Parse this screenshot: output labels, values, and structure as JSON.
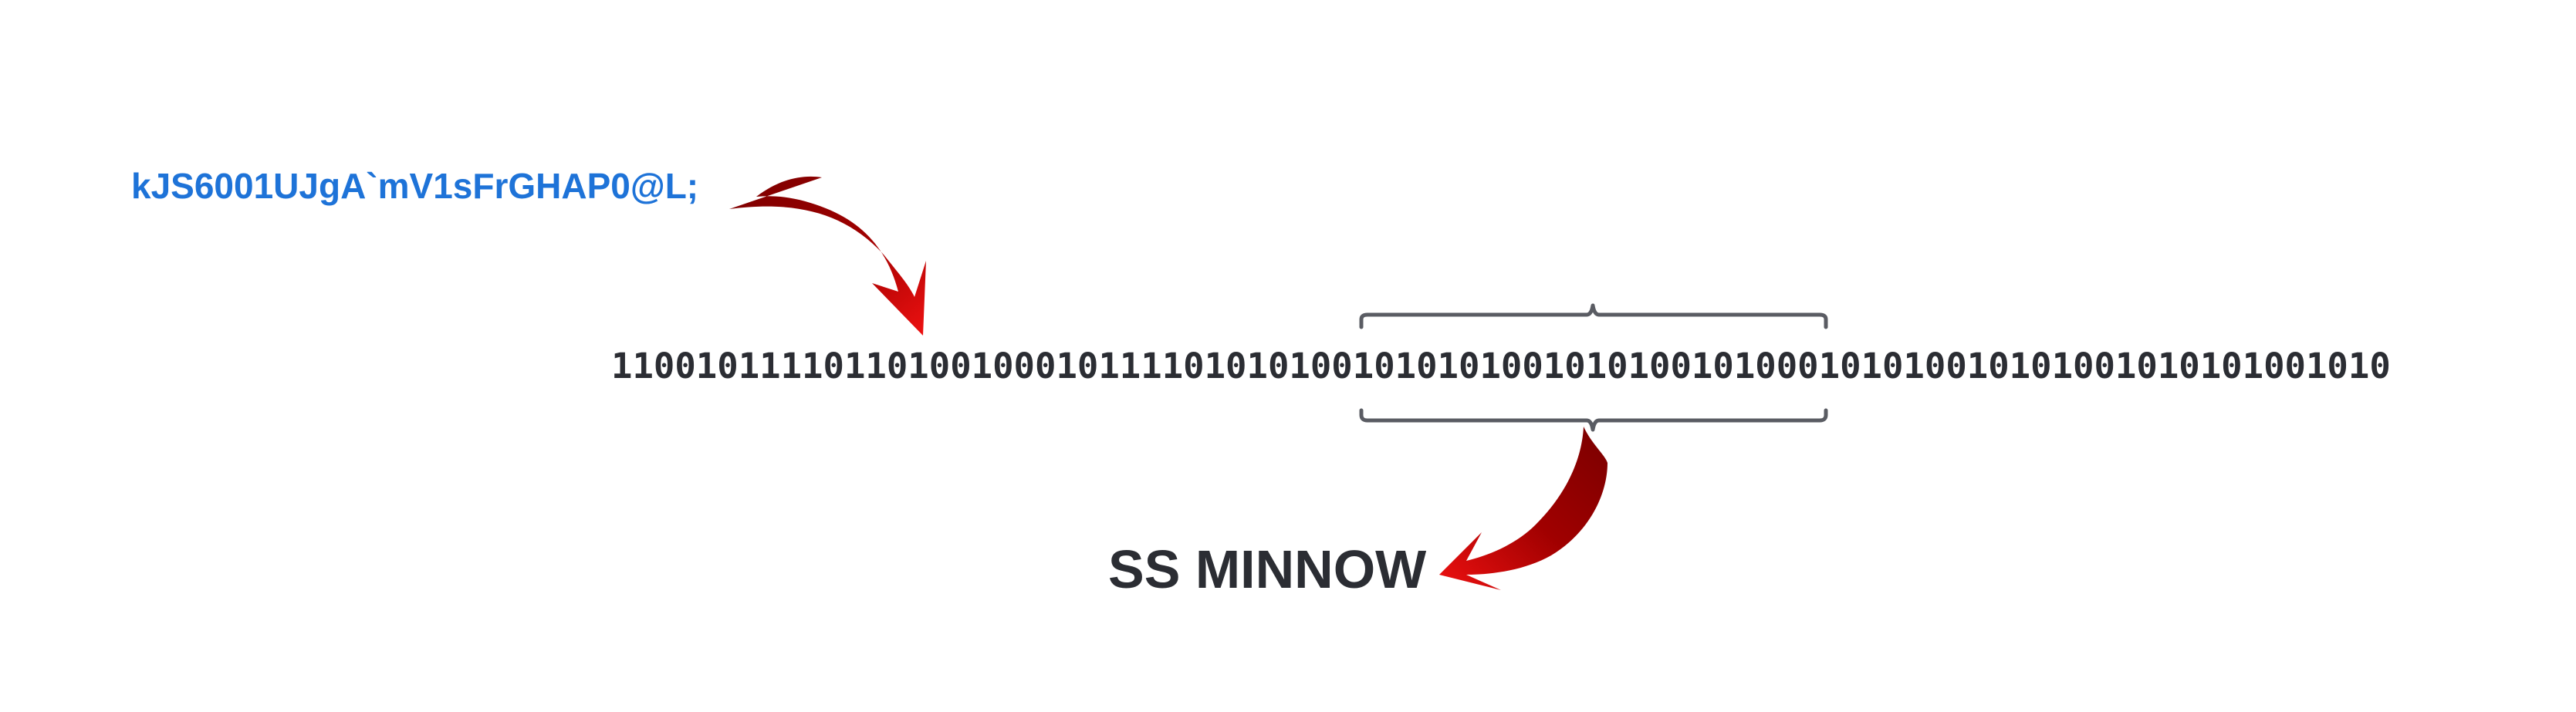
{
  "diagram": {
    "encoded_string": "kJS6001UJgA`mV1sFrGHAP0@L;",
    "binary_string": "11001011110110100100010111101010100101010100101010010100010101001010100101010100101 0",
    "decoded_message": "SS MINNOW"
  },
  "colors": {
    "encoded_text": "#1e73d8",
    "binary_text": "#2b2d33",
    "decoded_text": "#2b2d33",
    "brace": "#5a5c63",
    "arrow_dark": "#8b0000",
    "arrow_light": "#e01010"
  },
  "icons": {
    "top_arrow": "curved-arrow-down-right-icon",
    "bottom_arrow": "curved-arrow-down-left-icon"
  }
}
